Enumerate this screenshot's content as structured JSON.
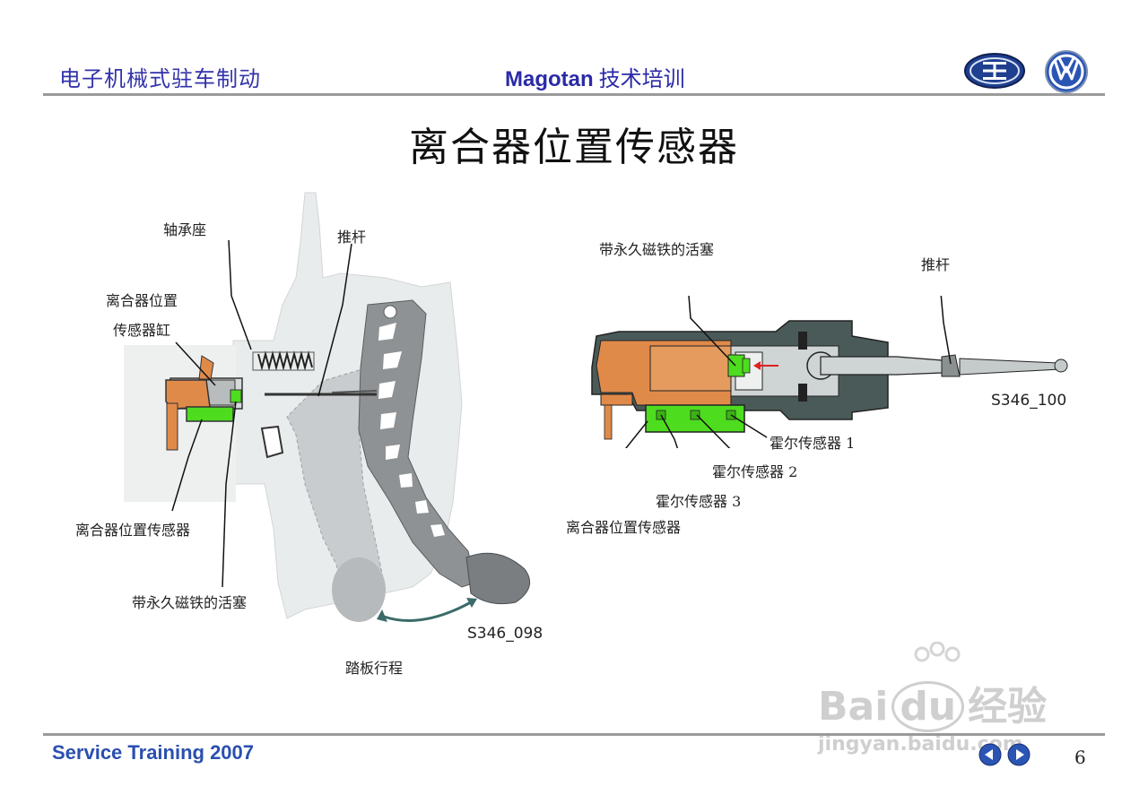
{
  "header": {
    "section_title": "电子机械式驻车制动",
    "brand": "Magotan",
    "training": "技术培训"
  },
  "slide": {
    "title": "离合器位置传感器",
    "page_number": "6"
  },
  "left_diagram": {
    "labels": {
      "bearing_seat": "轴承座",
      "push_rod": "推杆",
      "sensor_cylinder_line1": "离合器位置",
      "sensor_cylinder_line2": "传感器缸",
      "clutch_position_sensor": "离合器位置传感器",
      "magnet_piston": "带永久磁铁的活塞",
      "pedal_travel": "踏板行程"
    },
    "figure_code": "S346_098"
  },
  "right_diagram": {
    "labels": {
      "magnet_piston": "带永久磁铁的活塞",
      "push_rod": "推杆",
      "hall_sensor_1": "霍尔传感器 1",
      "hall_sensor_2": "霍尔传感器 2",
      "hall_sensor_3": "霍尔传感器 3",
      "clutch_position_sensor": "离合器位置传感器"
    },
    "figure_code": "S346_100"
  },
  "footer": {
    "left_text": "Service Training 2007"
  },
  "watermark": {
    "brand": "Bai",
    "brand_circle": "du",
    "brand_cn": "经验",
    "url": "jingyan.baidu.com"
  },
  "colors": {
    "header_text": "#3333aa",
    "footer_text": "#2a4fb0",
    "sensor_green": "#4ddc1e",
    "cylinder_orange": "#e08a4a",
    "housing_gray": "#4a5a58",
    "pedal_gray": "#8e9294",
    "pedal_light": "#c8ccce",
    "travel_arrow": "#3b6b68"
  },
  "icons": [
    "faw-logo-icon",
    "vw-logo-icon",
    "previous-slide-icon",
    "next-slide-icon"
  ]
}
